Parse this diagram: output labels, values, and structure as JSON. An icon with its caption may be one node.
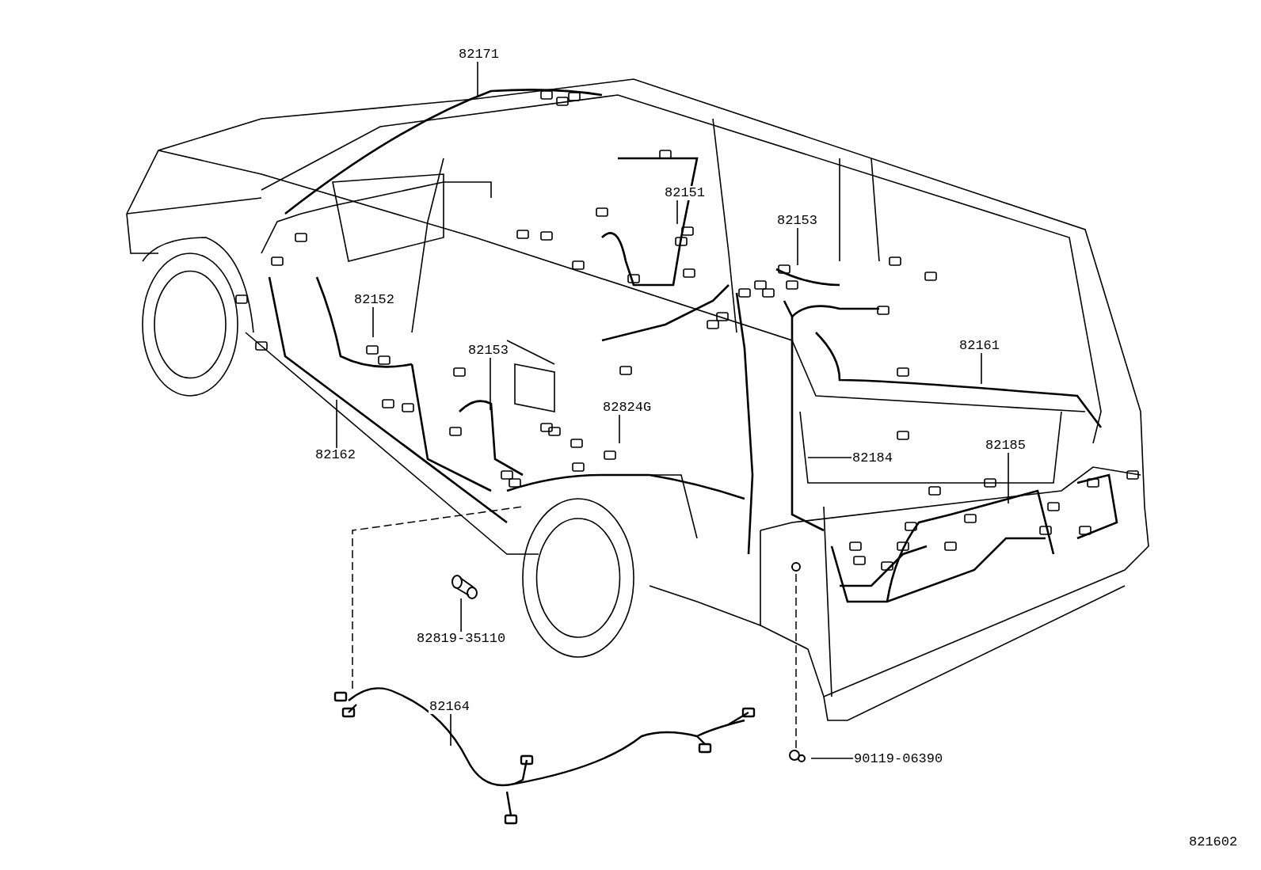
{
  "diagram": {
    "nodes": [
      {
        "text": [
          "82171"
        ]
      },
      {
        "text": [
          "82151"
        ]
      },
      {
        "text": [
          "82153"
        ]
      },
      {
        "text": [
          "82152"
        ]
      },
      {
        "text": [
          "82153"
        ]
      },
      {
        "text": [
          "82161"
        ]
      },
      {
        "text": [
          "82824G"
        ]
      },
      {
        "text": [
          "82162"
        ]
      },
      {
        "text": [
          "82184"
        ]
      },
      {
        "text": [
          "82185"
        ]
      },
      {
        "text": [
          "82819-35110"
        ]
      },
      {
        "text": [
          "82164"
        ]
      },
      {
        "text": [
          "90119-06390"
        ]
      },
      {
        "text": [],
        "shape": "picture"
      }
    ],
    "edges": [
      {
        "from": 0,
        "to": null,
        "arrow": "none"
      },
      {
        "from": 1,
        "to": null,
        "arrow": "none"
      },
      {
        "from": 2,
        "to": null,
        "arrow": "none"
      },
      {
        "from": 3,
        "to": null,
        "arrow": "none"
      },
      {
        "from": 4,
        "to": null,
        "arrow": "none"
      },
      {
        "from": 5,
        "to": null,
        "arrow": "none"
      },
      {
        "from": 6,
        "to": null,
        "arrow": "none"
      },
      {
        "from": 7,
        "to": null,
        "arrow": "none"
      },
      {
        "from": 8,
        "to": null,
        "arrow": "none"
      },
      {
        "from": 9,
        "to": null,
        "arrow": "none"
      },
      {
        "from": 10,
        "to": 13,
        "arrow": "none"
      },
      {
        "from": 11,
        "to": null,
        "arrow": "none"
      },
      {
        "from": 12,
        "to": null,
        "arrow": "none"
      }
    ],
    "labels": [
      "821602"
    ]
  }
}
